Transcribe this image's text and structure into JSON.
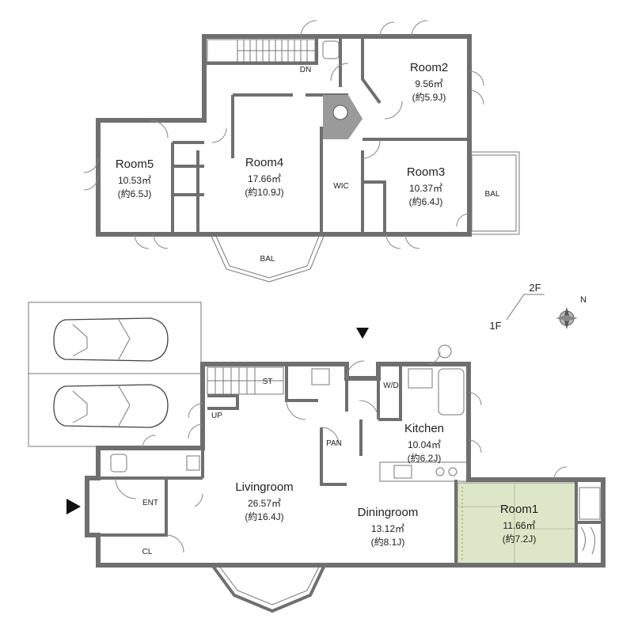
{
  "floors": {
    "upper": "2F",
    "lower": "1F"
  },
  "compass": "N",
  "rooms": {
    "room2": {
      "name": "Room2",
      "area": "9.56㎡",
      "jo": "(約5.9J)"
    },
    "room3": {
      "name": "Room3",
      "area": "10.37㎡",
      "jo": "(約6.4J)"
    },
    "room4": {
      "name": "Room4",
      "area": "17.66㎡",
      "jo": "(約10.9J)"
    },
    "room5": {
      "name": "Room5",
      "area": "10.53㎡",
      "jo": "(約6.5J)"
    },
    "room1": {
      "name": "Room1",
      "area": "11.66㎡",
      "jo": "(約7.2J)"
    },
    "living": {
      "name": "Livingroom",
      "area": "26.57㎡",
      "jo": "(約16.4J)"
    },
    "dining": {
      "name": "Diningroom",
      "area": "13.12㎡",
      "jo": "(約8.1J)"
    },
    "kitchen": {
      "name": "Kitchen",
      "area": "10.04㎡",
      "jo": "(約6.2J)"
    }
  },
  "labels": {
    "wic": "WIC",
    "bal1": "BAL",
    "bal2": "BAL",
    "dn": "DN",
    "st": "ST",
    "up": "UP",
    "wd": "W/D",
    "pan": "PAN",
    "ent": "ENT",
    "cl": "CL"
  },
  "colors": {
    "wall": "#6f6f6f",
    "tatami": "#dde6c7"
  }
}
